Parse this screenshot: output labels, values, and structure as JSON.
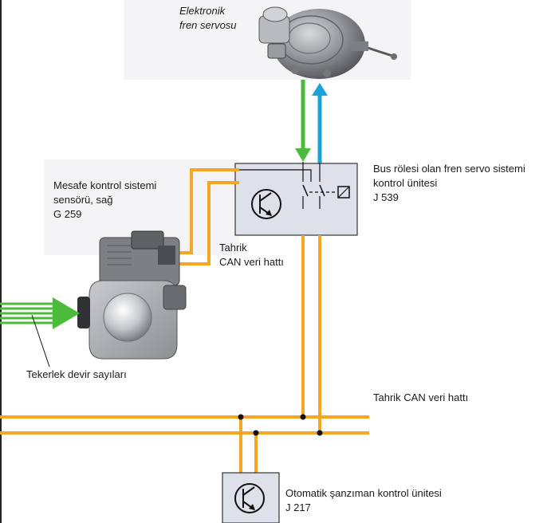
{
  "labels": {
    "brake_servo": "Elektronik\nfren servosu",
    "servo_unit": "Bus rölesi olan fren servo sistemi\nkontrol ünitesi\nJ 539",
    "distance_sensor": "Mesafe kontrol sistemi\nsensörü, sağ\nG 259",
    "drive_can_local": "Tahrik\nCAN veri hattı",
    "wheel_speed": "Tekerlek devir sayıları",
    "drive_can_bus": "Tahrik CAN veri hattı",
    "gearbox_unit": "Otomatik şanzıman kontrol ünitesi\nJ 217"
  },
  "colors": {
    "can_bus": "#f5a623",
    "signal_green": "#4cbb3c",
    "signal_blue": "#1aa3d9",
    "box_fill": "#dfe1ea",
    "box_stroke": "#333333",
    "component_grey": "#8a8c90",
    "background_panel": "#f2f2f4"
  },
  "icons": [
    "transistor-icon",
    "relay-contact-icon",
    "relay-coil-icon",
    "arrow-head-icon"
  ]
}
